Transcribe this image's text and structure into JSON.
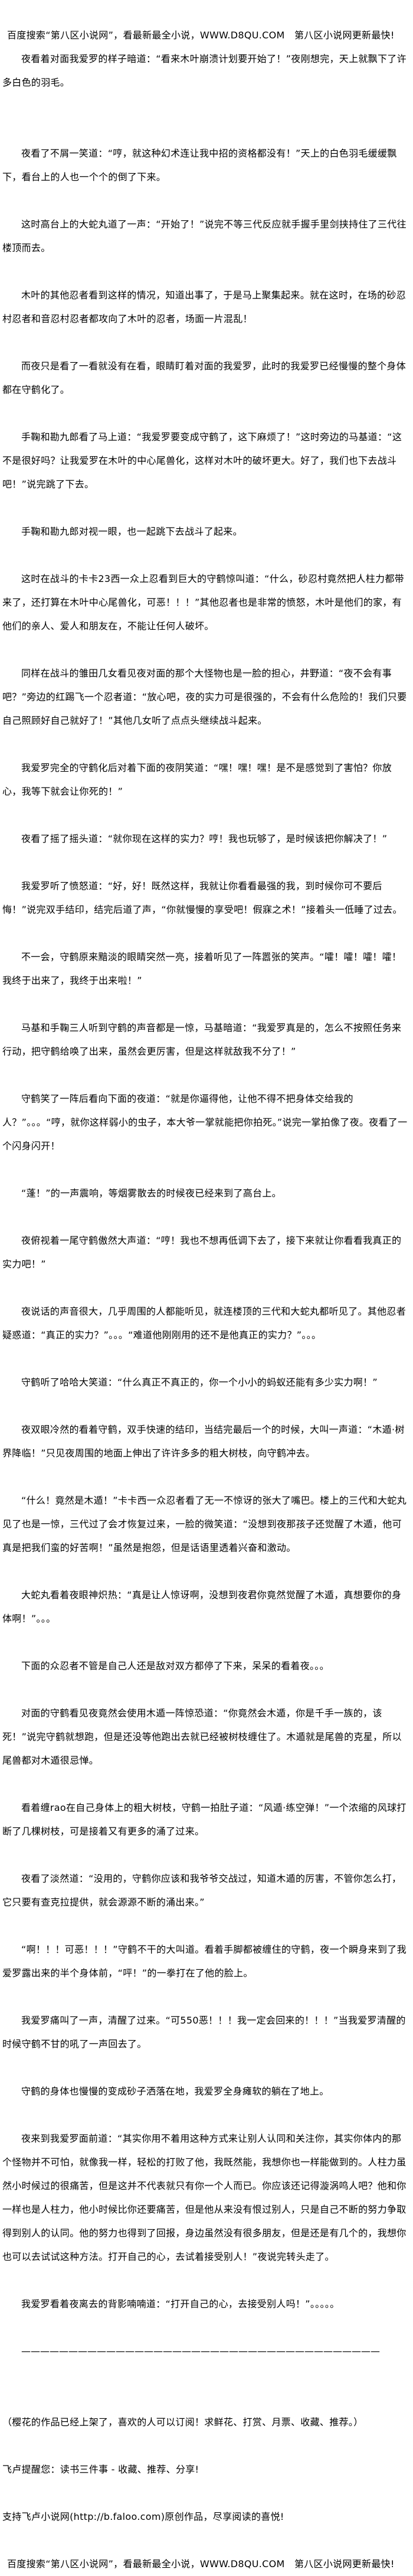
{
  "header_banner": "百度搜索“第八区小说网”，看最新最全小说，WWW.D8QU.COM　第八区小说网更新最快!",
  "paragraphs": [
    "夜看着对面我爱罗的样子暗道：“看来木叶崩溃计划要开始了！”夜刚想完，天上就飘下了许多白色的羽毛。",
    "夜看了不屑一笑道：“哼，就这种幻术连让我中招的资格都没有！”天上的白色羽毛缓缓飘下，看台上的人也一个个的倒了下来。",
    "这时高台上的大蛇丸道了一声：“开始了！”说完不等三代反应就手握手里剑挟持住了三代往楼顶而去。",
    "木叶的其他忍者看到这样的情况，知道出事了，于是马上聚集起来。就在这时，在场的砂忍村忍者和音忍村忍者都攻向了木叶的忍者，场面一片混乱！",
    "而夜只是看了一看就没有在看，眼睛盯着对面的我爱罗，此时的我爱罗已经慢慢的整个身体都在守鹤化了。",
    "手鞠和勘九郎看了马上道：“我爱罗要变成守鹤了，这下麻烦了！”这时旁边的马基道：“这不是很好吗？让我爱罗在木叶的中心尾兽化，这样对木叶的破坏更大。好了，我们也下去战斗吧！”说完跳了下去。",
    "手鞠和勘九郎对视一眼，也一起跳下去战斗了起来。",
    "这时在战斗的卡卡23西一众上忍看到巨大的守鹤惊叫道：“什么，砂忍村竟然把人柱力都带来了，还打算在木叶中心尾兽化，可恶！！！”其他忍者也是非常的愤怒，木叶是他们的家，有他们的亲人、爱人和朋友在，不能让任何人破坏。",
    "同样在战斗的雏田几女看见夜对面的那个大怪物也是一脸的担心，井野道：“夜不会有事吧？”旁边的红踢飞一个忍者道：“放心吧，夜的实力可是很强的，不会有什么危险的！我们只要自己照顾好自己就好了！”其他几女听了点点头继续战斗起来。",
    "我爱罗完全的守鹤化后对着下面的夜阴笑道：“嘿！嘿！嘿！是不是感觉到了害怕？你放心，我等下就会让你死的！”",
    "夜看了摇了摇头道：“就你现在这样的实力？哼！我也玩够了，是时候该把你解决了！”",
    "我爱罗听了愤怒道：“好，好！既然这样，我就让你看看最强的我，到时候你可不要后悔！”说完双手结印，结完后道了声，“你就慢慢的享受吧！假寐之术！”接着头一低睡了过去。",
    "不一会，守鹤原来黯淡的眼睛突然一亮，接着听见了一阵嚣张的笑声。“嚯！嚯！嚯！嚯！我终于出来了，我终于出来啦！”",
    "马基和手鞠三人听到守鹤的声音都是一惊，马基暗道：“我爱罗真是的，怎么不按照任务来行动，把守鹤给唤了出来，虽然会更厉害，但是这样就敌我不分了！”",
    "守鹤笑了一阵后看向下面的夜道：“就是你逼得他，让他不得不把身体交给我的人？”。。。“哼，就你这样弱小的虫子，本大爷一掌就能把你拍死。”说完一掌拍像了夜。夜看了一个闪身闪开！",
    "“蓬！”的一声震响，等烟雾散去的时候夜已经来到了高台上。",
    "夜俯视着一尾守鹤傲然大声道：“哼！我也不想再低调下去了，接下来就让你看看我真正的实力吧！”",
    "夜说话的声音很大，几乎周围的人都能听见，就连楼顶的三代和大蛇丸都听见了。其他忍者疑惑道：“真正的实力？”。。。“难道他刚刚用的还不是他真正的实力？”。。。",
    "守鹤听了哈哈大笑道：“什么真正不真正的，你一个小小的蚂蚁还能有多少实力啊！”",
    "夜双眼冷然的看着守鹤，双手快速的结印，当结完最后一个的时候，大叫一声道：“木遁·树界降临！”只见夜周围的地面上伸出了许许多多的粗大树枝，向守鹤冲去。",
    "“什么！竟然是木遁！”卡卡西一众忍者看了无一不惊讶的张大了嘴巴。楼上的三代和大蛇丸见了也是一惊，三代过了会才恢复过来，一脸的微笑道：“没想到夜那孩子还觉醒了木遁，他可真是把我们蛮的好苦啊！”虽然是抱怨，但是话语里透着兴奋和激动。",
    "大蛇丸看着夜眼神炽热：“真是让人惊讶啊，没想到夜君你竟然觉醒了木遁，真想要你的身体啊！”。。。",
    "下面的众忍者不管是自己人还是敌对双方都停了下来，呆呆的看着夜。。。",
    "对面的守鹤看见夜竟然会使用木遁一阵惊恐道：“你竟然会木遁，你是千手一族的，该死！”说完守鹤就想跑，但是还没等他跑出去就已经被树枝缠住了。木遁就是尾兽的克星，所以尾兽都对木遁很忌惮。",
    "看着缠rao在自己身体上的粗大树枝，守鹤一拍肚子道：“风遁·练空弹！”一个浓缩的风球打断了几棵树枝，可是接着又有更多的涌了过来。",
    "夜看了淡然道：“没用的，守鹤你应该和我爷爷交战过，知道木遁的厉害，不管你怎么打，它只要有查克拉提供，就会源源不断的涌出来。”",
    "“啊！！！可恶！！！”守鹤不干的大叫道。看着手脚都被缠住的守鹤，夜一个瞬身来到了我爱罗露出来的半个身体前，“呯！”的一拳打在了他的脸上。",
    "我爱罗痛叫了一声，清醒了过来。“可550恶！！！我一定会回来的！！！”当我爱罗清醒的时候守鹤不甘的吼了一声回去了。",
    "守鹤的身体也慢慢的变成砂子洒落在地，我爱罗全身瘫软的躺在了地上。",
    "夜来到我爱罗面前道：“其实你用不着用这种方式来让别人认同和关注你，其实你体内的那个怪物并不可怕，就像我一样，轻松的打败了他，我既然能，我想你也一样能做到的。人柱力虽然小时候过的很痛苦，但是这并不代表就只有你一个人而已。你应该还记得漩涡鸣人吧？他和你一样也是人柱力，他小时候比你还要痛苦，但是他从来没有恨过别人，只是自己不断的努力争取得到别人的认同。他的努力也得到了回报，身边虽然没有很多朋友，但是还是有几个的，我想你也可以去试试这种方法。打开自己的心，去试着接受别人！”夜说完转头走了。",
    "我爱罗看着夜离去的背影喃喃道：“打开自己的心，去接受别人吗！”。。。。。"
  ],
  "divider": "——————————————————————————————————————",
  "author_note": "（樱花的作品已经上架了，喜欢的人可以订阅！求鲜花、打赏、月票、收藏、推荐。）",
  "faloo_reminder": "飞卢提醒您：读书三件事 - 收藏、推荐、分享!",
  "faloo_support": "支持飞卢小说网(http://b.faloo.com)原创作品，尽享阅读的喜悦!",
  "footer_banner": "百度搜索“第八区小说网”，看最新最全小说，WWW.D8QU.COM　第八区小说网更新最快!"
}
